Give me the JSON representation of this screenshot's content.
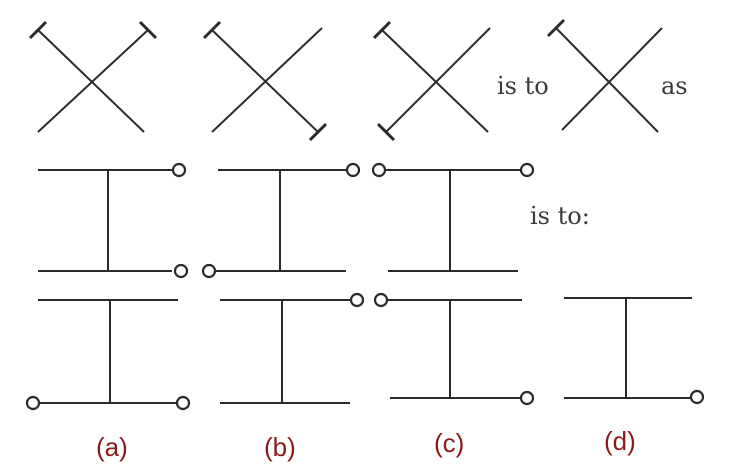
{
  "analogy": {
    "is_to_1": "is to",
    "as": "as",
    "is_to_2": "is to:"
  },
  "options": {
    "a": "(a)",
    "b": "(b)",
    "c": "(c)",
    "d": "(d)"
  },
  "colors": {
    "ink": "#2b2b2b",
    "label": "#8b1a1a"
  }
}
